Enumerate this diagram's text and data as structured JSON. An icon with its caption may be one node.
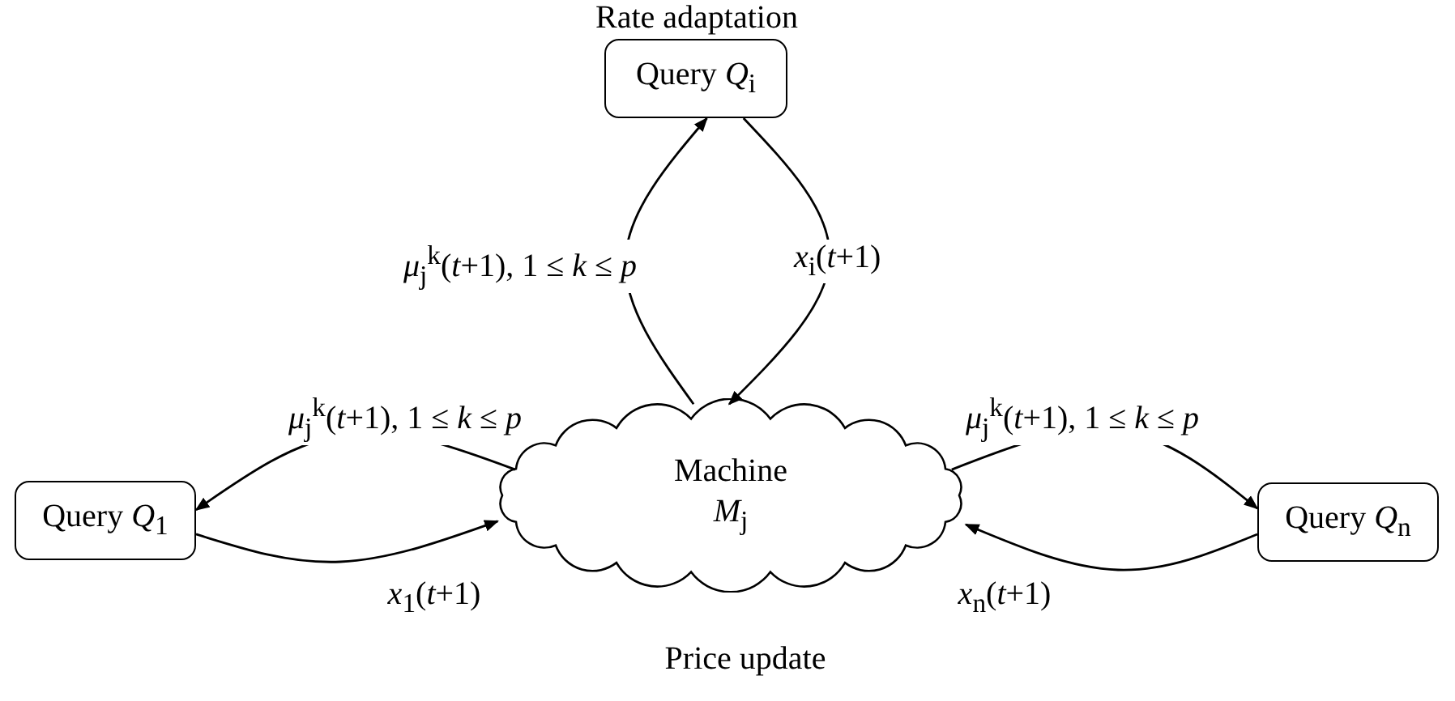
{
  "diagram": {
    "nodes": [
      {
        "text": [
          "Query *Q*$_{i}$"
        ],
        "beside": [
          "Rate adaptation"
        ]
      },
      {
        "text": [
          "Query *Q*$_{1}$"
        ]
      },
      {
        "text": [
          "Machine *M*$_{j}$"
        ],
        "beside": [
          "Price update"
        ]
      },
      {
        "text": [
          "Query *Q*$_{n}$"
        ]
      }
    ],
    "edges": [
      {
        "from": 2,
        "to": 0,
        "arrow": "to",
        "label": "*μ*$_{j}$$^{k}$(*t*+1), 1 ≤ *k* ≤ *p*"
      },
      {
        "from": 0,
        "to": 2,
        "arrow": "to",
        "label": "*x*$_{i}$(*t*+1)"
      },
      {
        "from": 2,
        "to": 1,
        "arrow": "to",
        "label": "*μ*$_{j}$$^{k}$(*t*+1), 1 ≤ *k* ≤ *p*"
      },
      {
        "from": 1,
        "to": 2,
        "arrow": "to",
        "label": "*x*$_{1}$(*t*+1)"
      },
      {
        "from": 2,
        "to": 3,
        "arrow": "to",
        "label": "*μ*$_{j}$$^{k}$(*t*+1), 1 ≤ *k* ≤ *p*"
      },
      {
        "from": 3,
        "to": 2,
        "arrow": "to",
        "label": "*x*$_{n}$(*t*+1)"
      }
    ]
  }
}
